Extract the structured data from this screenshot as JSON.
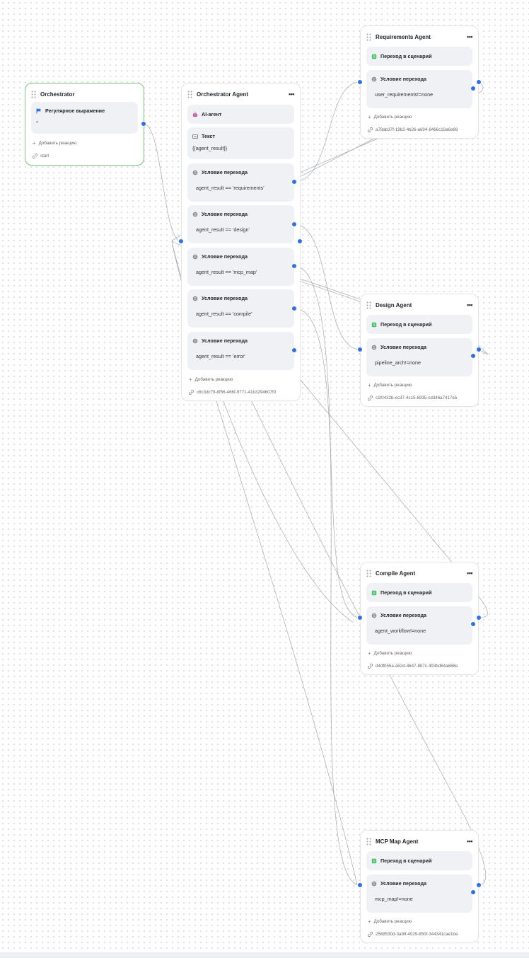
{
  "orchestrator": {
    "title": "Orchestrator",
    "block_label": "Регулярное выражение",
    "block_value": "*",
    "add_reaction": "Добавить реакцию",
    "id": "start"
  },
  "orchestrator_agent": {
    "title": "Orchestrator Agent",
    "ai_label": "AI-агент",
    "text_label": "Текст",
    "text_value": "{{agent_result}}",
    "conditions": [
      {
        "label": "Условие перехода",
        "value": "agent_result == 'requirements'"
      },
      {
        "label": "Условие перехода",
        "value": "agent_result == 'design'"
      },
      {
        "label": "Условие перехода",
        "value": "agent_result == 'mcp_map'"
      },
      {
        "label": "Условие перехода",
        "value": "agent_result == 'compile'"
      },
      {
        "label": "Условие перехода",
        "value": "agent_result == 'error'"
      }
    ],
    "add_reaction": "Добавить реакцию",
    "id": "c6c3dc79-8f56-466f-9771-41b3294607f0"
  },
  "requirements_agent": {
    "title": "Requirements Agent",
    "scenario_label": "Переход в сценарий",
    "condition_label": "Условие перехода",
    "condition_value": "user_requirements!=none",
    "add_reaction": "Добавить реакцию",
    "id": "a78ab37f-19b2-4b26-a694-8466c18a6e88"
  },
  "design_agent": {
    "title": "Design Agent",
    "scenario_label": "Переход в сценарий",
    "condition_label": "Условие перехода",
    "condition_value": "pipeline_arch!=none",
    "add_reaction": "Добавить реакцию",
    "id": "c1f0432b-ec37-4c15-8935-cd346a7417e5"
  },
  "compile_agent": {
    "title": "Compile Agent",
    "scenario_label": "Переход в сценарий",
    "condition_label": "Условие перехода",
    "condition_value": "agent_workflow!=none",
    "add_reaction": "Добавить реакцию",
    "id": "d4df055a-a52d-4647-8b7c-493bd64a868e"
  },
  "mcp_map_agent": {
    "title": "MCP Map Agent",
    "scenario_label": "Переход в сценарий",
    "condition_label": "Условие перехода",
    "condition_value": "mcp_map!=none",
    "add_reaction": "Добавить реакцию",
    "id": "2568530d-3a99-4029-850f-344341cae1be"
  },
  "colors": {
    "port": "#2f6fe8",
    "edge": "#9aa0a6",
    "selected_border": "#7bc77b",
    "block_bg": "#f0f1f4",
    "flag": "#2f6fe8",
    "scenario_icon": "#3fbf62"
  }
}
